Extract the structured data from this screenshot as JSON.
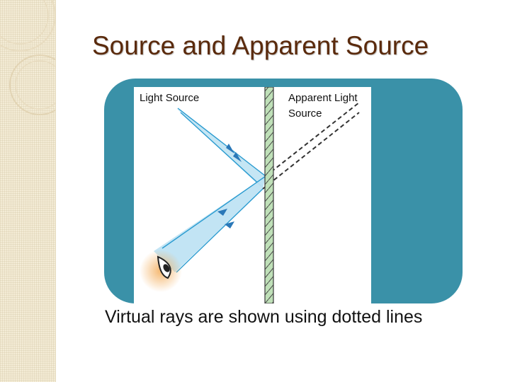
{
  "slide": {
    "title": "Source and Apparent Source",
    "caption": "Virtual rays are shown using dotted lines"
  },
  "diagram": {
    "light_source_label": "Light Source",
    "apparent_source_label_line1": "Apparent Light",
    "apparent_source_label_line2": "Source"
  },
  "colors": {
    "title": "#5a2a0c",
    "frame": "#3a91a8",
    "sidebar": "#f4ecd6",
    "ray_fill": "#bfe3f3",
    "ray_line": "#2a9bd0",
    "mirror": "#bfe0b8"
  },
  "icons": [
    "eye-icon",
    "arrow-icon",
    "sidebar-circles"
  ]
}
